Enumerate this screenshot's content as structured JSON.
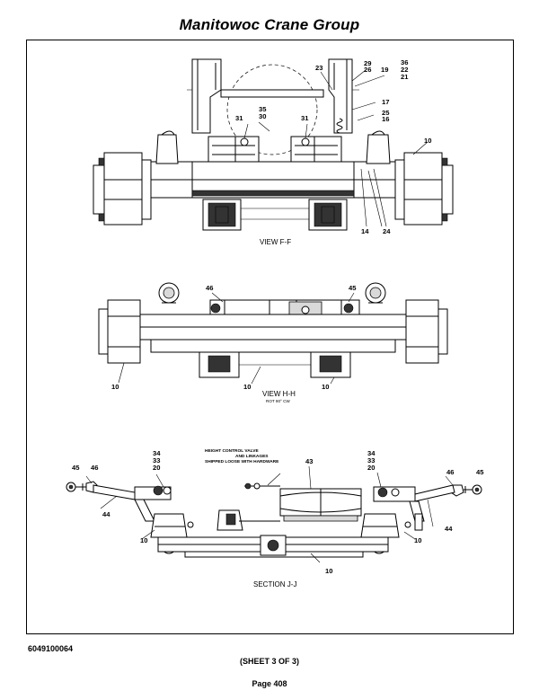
{
  "header": {
    "title": "Manitowoc Crane Group"
  },
  "views": {
    "ff": {
      "label": "VIEW F-F",
      "callouts": {
        "c23": "23",
        "c29": "29",
        "c26": "26",
        "c19": "19",
        "c36": "36",
        "c22": "22",
        "c21": "21",
        "c35": "35",
        "c30": "30",
        "c31a": "31",
        "c31b": "31",
        "c17": "17",
        "c25": "25",
        "c16": "16",
        "c10": "10",
        "c14": "14",
        "c24": "24"
      }
    },
    "hh": {
      "label": "VIEW H-H",
      "sublabel": "ROT 90° CW",
      "callouts": {
        "c46": "46",
        "c45": "45",
        "c10a": "10",
        "c10b": "10",
        "c10c": "10"
      }
    },
    "jj": {
      "label": "SECTION J-J",
      "note": [
        "HEIGHT CONTROL VALVE",
        "AND LINKAGES",
        "SHIPPED LOOSE WITH HARDWARE"
      ],
      "callouts": {
        "l34": "34",
        "l33": "33",
        "l20": "20",
        "l45": "45",
        "l46": "46",
        "l44": "44",
        "l10": "10",
        "r34": "34",
        "r33": "33",
        "r20": "20",
        "r46": "46",
        "r45": "45",
        "r44": "44",
        "r10": "10",
        "c43": "43",
        "c10": "10"
      }
    }
  },
  "footer": {
    "doc_number": "6049100064",
    "sheet": "(SHEET 3 OF 3)",
    "page": "Page 408"
  }
}
